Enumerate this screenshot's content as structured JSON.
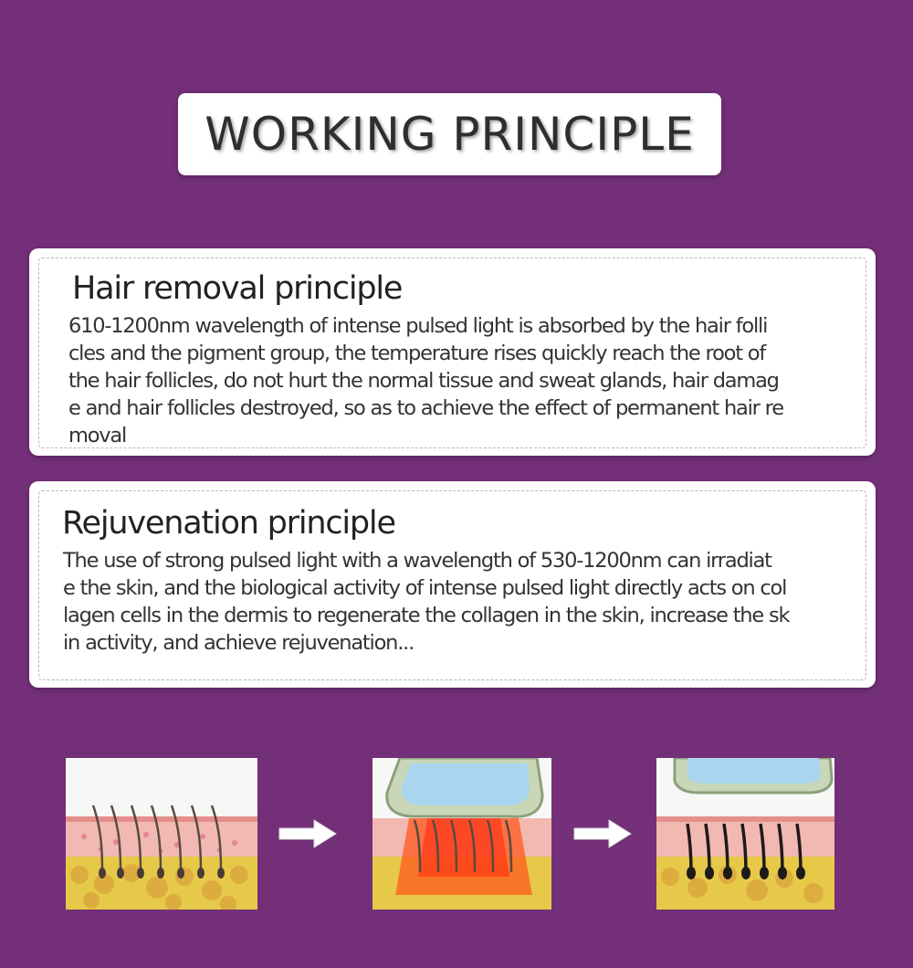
{
  "title": "WORKING PRINCIPLE",
  "cards": [
    {
      "heading": "Hair removal principle",
      "lines": [
        "610-1200nm wavelength of intense pulsed light is absorbed by the hair folli",
        "cles and the pigment group, the temperature rises quickly reach the root of",
        "the hair follicles, do not hurt the normal tissue and sweat glands, hair damag",
        "e and hair follicles destroyed, so as to achieve the effect of permanent hair re",
        "moval"
      ]
    },
    {
      "heading": "Rejuvenation principle",
      "lines": [
        "The use of strong pulsed light with a wavelength of 530-1200nm can irradiat",
        "e the skin, and the biological activity of intense pulsed light directly acts on col",
        "lagen cells in the dermis to regenerate the collagen in the skin, increase the sk",
        "in activity, and achieve rejuvenation..."
      ]
    }
  ],
  "colors": {
    "background": "#732f78",
    "card": "#ffffff",
    "fat_layer": "#e7c94a",
    "skin_layer": "#f1b9b2",
    "heat_glow": "#ff5a1f"
  },
  "icons": [
    "right-arrow-icon",
    "right-arrow-icon"
  ]
}
